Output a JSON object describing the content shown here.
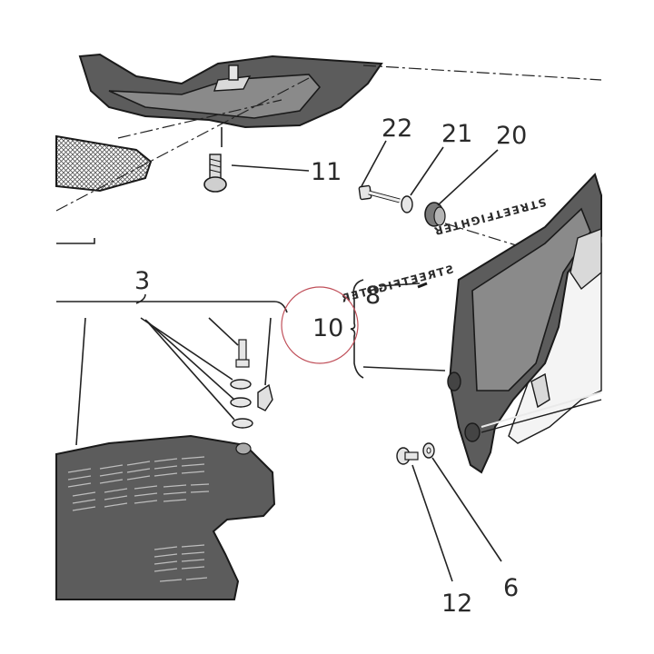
{
  "callouts": {
    "c22": "22",
    "c21": "21",
    "c20": "20",
    "c11": "11",
    "c3": "3",
    "c8": "8",
    "c10": "10",
    "c12": "12",
    "c6": "6"
  },
  "decal_text": "STREETFIGHTER",
  "highlight_color": "#c0505a"
}
